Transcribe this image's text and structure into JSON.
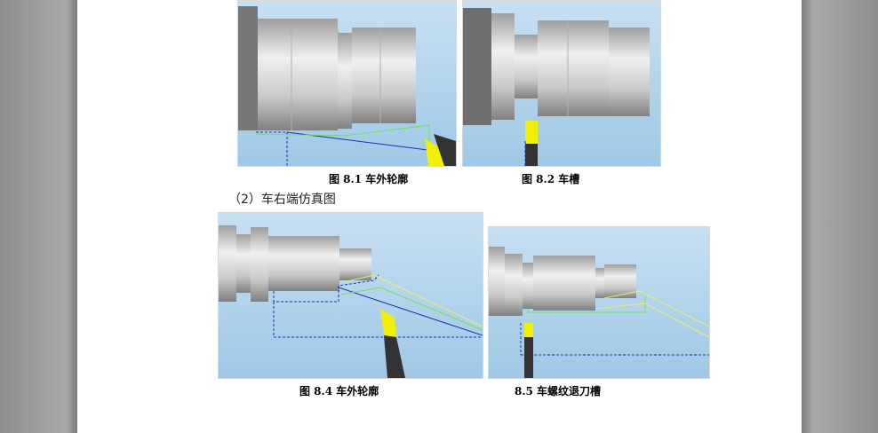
{
  "document": {
    "section_heading": "（2）车右端仿真图",
    "figures": [
      {
        "id": "fig-8-1",
        "caption": "图 8.1  车外轮廓"
      },
      {
        "id": "fig-8-2",
        "caption": "图 8.2  车槽"
      },
      {
        "id": "fig-8-4",
        "caption": "图 8.4  车外轮廓"
      },
      {
        "id": "fig-8-5",
        "caption": "8.5  车螺纹退刀槽"
      }
    ]
  },
  "colors": {
    "sky": "#a9cfe9",
    "workpiece_light": "#e6e6e6",
    "workpiece_dark": "#8d8d8d",
    "tool_yellow": "#f2f000",
    "toolpath_blue": "#1c2fb5",
    "toolpath_green": "#73e05a"
  }
}
